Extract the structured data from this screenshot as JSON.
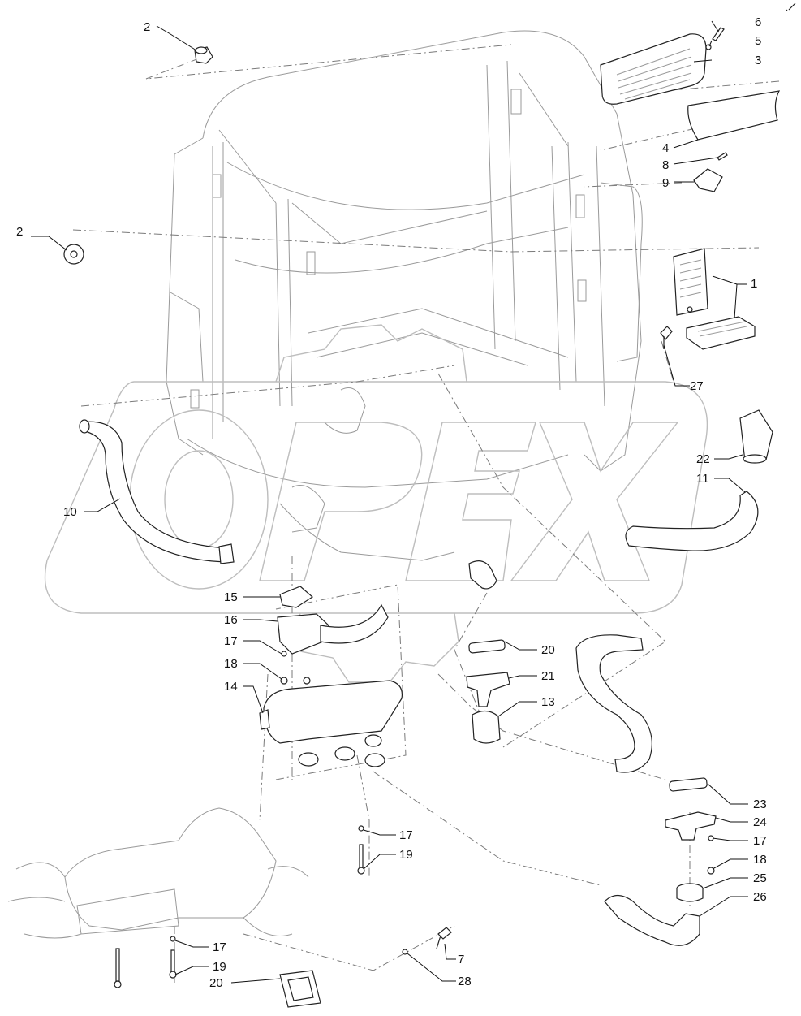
{
  "callouts": {
    "c1": "1",
    "c2a": "2",
    "c2b": "2",
    "c3": "3",
    "c4": "4",
    "c5": "5",
    "c6": "6",
    "c7": "7",
    "c8": "8",
    "c9": "9",
    "c10": "10",
    "c11": "11",
    "c13": "13",
    "c14": "14",
    "c15": "15",
    "c16": "16",
    "c17a": "17",
    "c17b": "17",
    "c17c": "17",
    "c17d": "17",
    "c18a": "18",
    "c18b": "18",
    "c19a": "19",
    "c19b": "19",
    "c20a": "20",
    "c20b": "20",
    "c21": "21",
    "c22": "22",
    "c23": "23",
    "c24": "24",
    "c25": "25",
    "c26": "26",
    "c27": "27",
    "c28": "28"
  },
  "watermark": {
    "text": "OPEX",
    "color": "#bdbdbd"
  }
}
